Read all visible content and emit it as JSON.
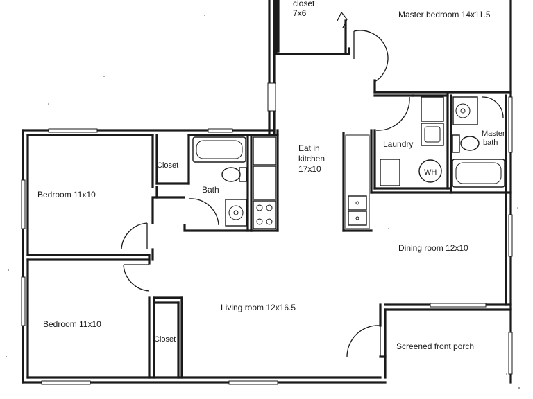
{
  "rooms": {
    "closet_top": {
      "line1": "closet",
      "line2": "7x6"
    },
    "master_bedroom": "Master bedroom 14x11.5",
    "eat_in_kitchen": {
      "line1": "Eat in",
      "line2": "kitchen",
      "line3": "17x10"
    },
    "laundry": "Laundry",
    "master_bath": {
      "line1": "Master",
      "line2": "bath"
    },
    "water_heater": "WH",
    "closet_upper": "Closet",
    "bedroom_upper": "Bedroom 11x10",
    "bath": "Bath",
    "dining_room": "Dining room 12x10",
    "living_room": "Living room 12x16.5",
    "bedroom_lower": "Bedroom 11x10",
    "closet_lower": "Closet",
    "screened_porch": "Screened front porch"
  }
}
